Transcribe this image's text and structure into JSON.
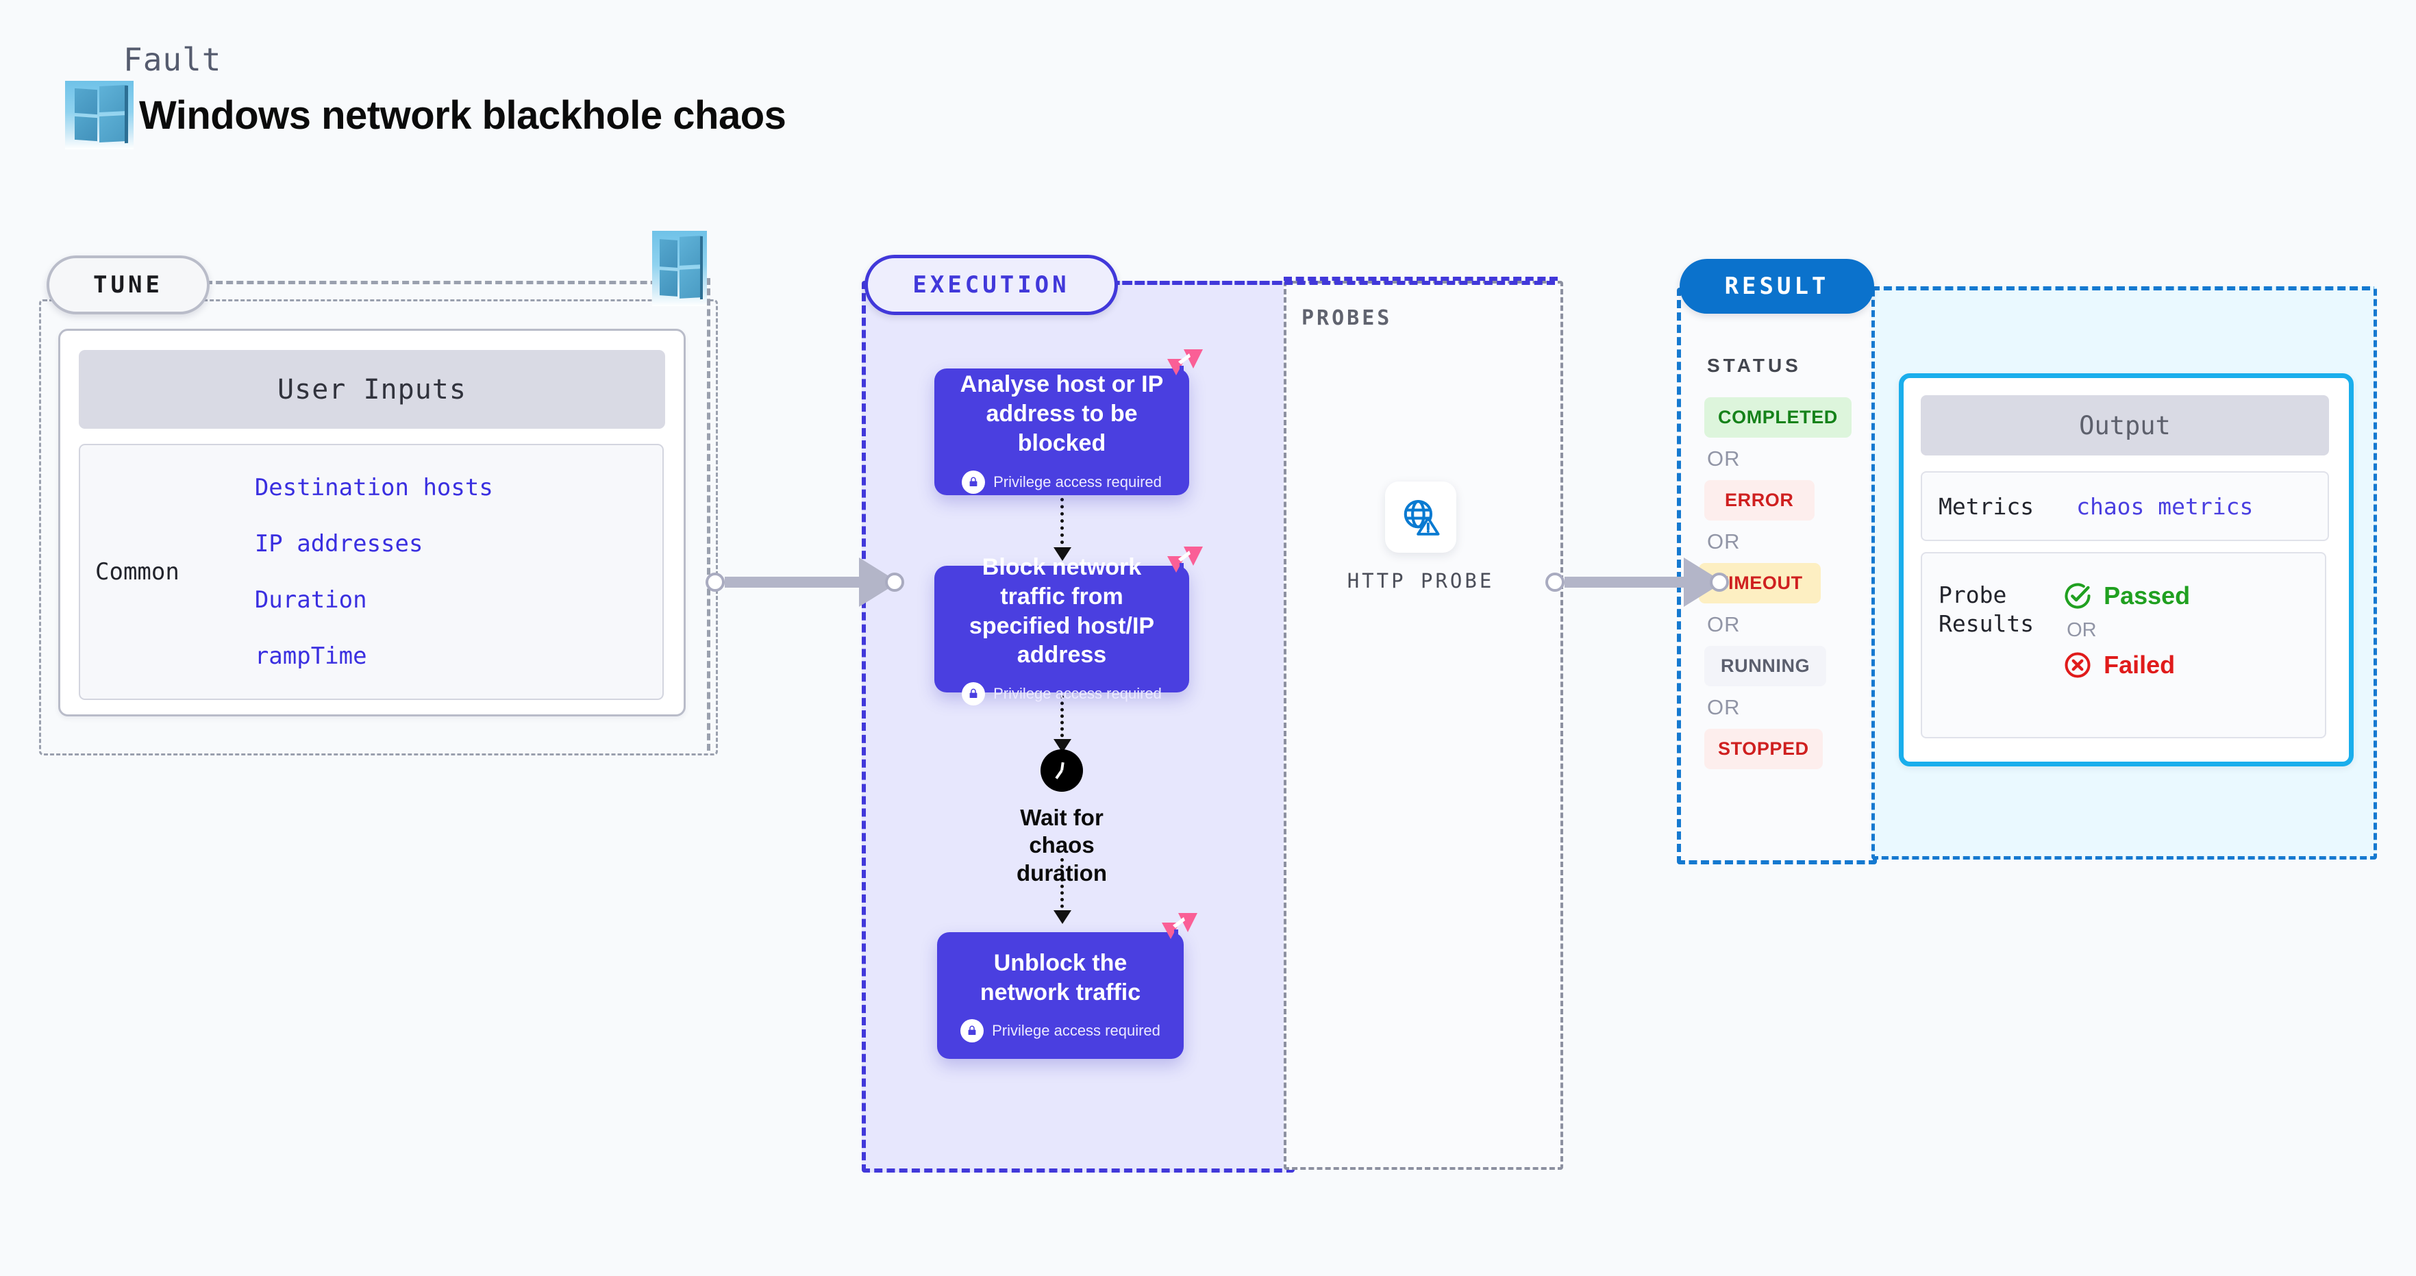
{
  "header": {
    "kicker": "Fault",
    "title": "Windows network blackhole chaos",
    "logo_icon": "windows-logo-icon"
  },
  "tune": {
    "pill_label": "TUNE",
    "badge_icon": "windows-logo-icon",
    "card": {
      "header": "User Inputs",
      "group_label": "Common",
      "inputs": [
        "Destination hosts",
        "IP addresses",
        "Duration",
        "rampTime"
      ]
    }
  },
  "execution": {
    "pill_label": "EXECUTION",
    "nodes": [
      {
        "title": "Analyse host or IP address to be blocked",
        "privilege_note": "Privilege access required",
        "badge_icon": "litmus-logo-icon",
        "lock_icon": "lock-icon"
      },
      {
        "title": "Block network traffic from specified host/IP address",
        "privilege_note": "Privilege access required",
        "badge_icon": "litmus-logo-icon",
        "lock_icon": "lock-icon"
      },
      {
        "title": "Unblock the network traffic",
        "privilege_note": "Privilege access required",
        "badge_icon": "litmus-logo-icon",
        "lock_icon": "lock-icon"
      }
    ],
    "wait_node": {
      "label": "Wait for chaos duration",
      "icon": "clock-icon"
    }
  },
  "probes": {
    "section_label": "PROBES",
    "items": [
      {
        "caption": "HTTP PROBE",
        "icon": "globe-warning-icon"
      }
    ]
  },
  "result": {
    "pill_label": "RESULT",
    "status_label": "STATUS",
    "or_label": "OR",
    "statuses": [
      {
        "label": "COMPLETED",
        "bg": "#ddf5dc",
        "fg": "#15821a"
      },
      {
        "label": "ERROR",
        "bg": "#fdeeed",
        "fg": "#cf2020"
      },
      {
        "label": "TIMEOUT",
        "bg": "#fdefc2",
        "fg": "#cf2020"
      },
      {
        "label": "RUNNING",
        "bg": "#f3f4f9",
        "fg": "#5b5f6e"
      },
      {
        "label": "STOPPED",
        "bg": "#fdeeed",
        "fg": "#cf2020"
      }
    ]
  },
  "output": {
    "header": "Output",
    "metrics_key": "Metrics",
    "metrics_value": "chaos metrics",
    "probe_results_key": "Probe Results",
    "or_label": "OR",
    "passed": {
      "label": "Passed",
      "color": "#20a020",
      "icon": "check-circle-icon"
    },
    "failed": {
      "label": "Failed",
      "color": "#e01b1b",
      "icon": "x-circle-icon"
    }
  },
  "colors": {
    "page_bg": "#f8fafc",
    "tune_border": "#9aa0ae",
    "execution_accent": "#4138da",
    "execution_bg": "#e7e7fd",
    "probes_border": "#8c90a0",
    "result_accent": "#1579d0",
    "output_bg": "#eaf9ff",
    "output_card_border": "#1aaeec",
    "node_bg": "#4a3fe0",
    "litmus_pink": "#fa5f96",
    "connector_gray": "#b3b5c8"
  }
}
